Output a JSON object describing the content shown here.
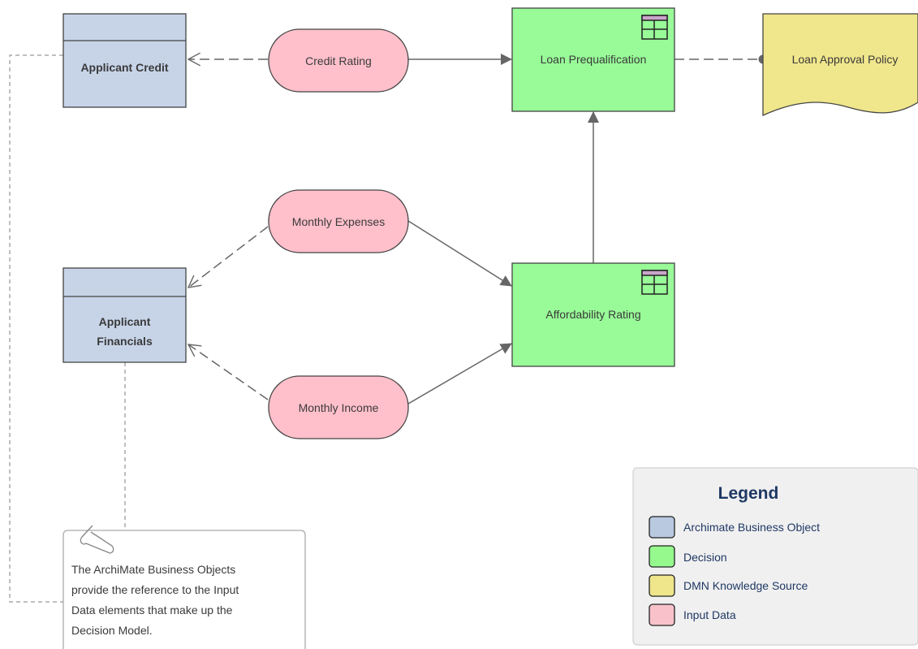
{
  "nodes": {
    "applicant_credit": {
      "label": "Applicant Credit"
    },
    "applicant_financials": {
      "label_line1": "Applicant",
      "label_line2": "Financials"
    },
    "credit_rating": {
      "label": "Credit Rating"
    },
    "monthly_expenses": {
      "label": "Monthly Expenses"
    },
    "monthly_income": {
      "label": "Monthly Income"
    },
    "loan_prequalification": {
      "label": "Loan Prequalification"
    },
    "affordability_rating": {
      "label": "Affordability Rating"
    },
    "loan_approval_policy": {
      "label": "Loan Approval Policy"
    }
  },
  "note": {
    "lines": [
      "The ArchiMate Business Objects",
      "provide the reference to the Input",
      "Data elements that make up the",
      "Decision Model."
    ]
  },
  "legend": {
    "title": "Legend",
    "items": [
      {
        "label": "Archimate Business Object",
        "color": "#b9c9e0"
      },
      {
        "label": "Decision",
        "color": "#96f98e"
      },
      {
        "label": "DMN Knowledge Source",
        "color": "#efe68c"
      },
      {
        "label": "Input Data",
        "color": "#f9c2cb"
      }
    ]
  },
  "colors": {
    "business_object": "#c7d4e8",
    "decision": "#98fb98",
    "knowledge_source": "#f0e68c",
    "input_data": "#ffc0cb",
    "connector": "#666666",
    "legend_background": "#f0f0f0",
    "legend_text": "#1f3864"
  }
}
